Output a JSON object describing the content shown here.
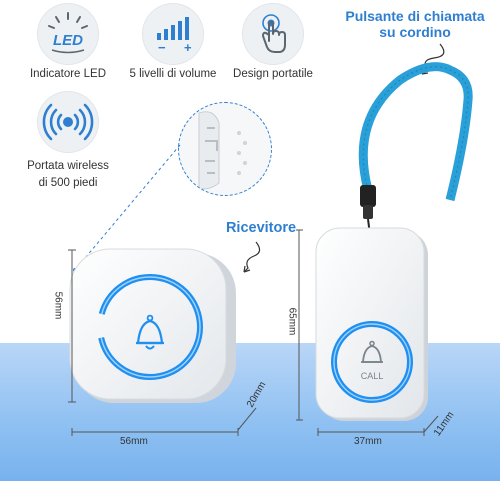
{
  "features": [
    {
      "icon": "led-icon",
      "icon_text": "LED",
      "label": "Indicatore LED"
    },
    {
      "icon": "volume-levels-icon",
      "icon_minus": "−",
      "icon_plus": "+",
      "label": "5 livelli di volume"
    },
    {
      "icon": "touch-hand-icon",
      "label": "Design portatile"
    },
    {
      "icon": "wireless-signal-icon",
      "label_line1": "Portata wireless",
      "label_line2": "di 500 piedi"
    }
  ],
  "callouts": {
    "lanyard_line1": "Pulsante di chiamata",
    "lanyard_line2": "su cordino",
    "receiver": "Ricevitore"
  },
  "receiver_dims": {
    "height": "56mm",
    "width": "56mm",
    "depth": "20mm"
  },
  "button_dims": {
    "height": "65mm",
    "width": "37mm",
    "depth": "11mm"
  },
  "call_button_text": "CALL",
  "colors": {
    "accent": "#2f7fd0",
    "ring": "#1f8ff0",
    "lanyard": "#2aa0d8",
    "band": "#8ec0f2"
  }
}
